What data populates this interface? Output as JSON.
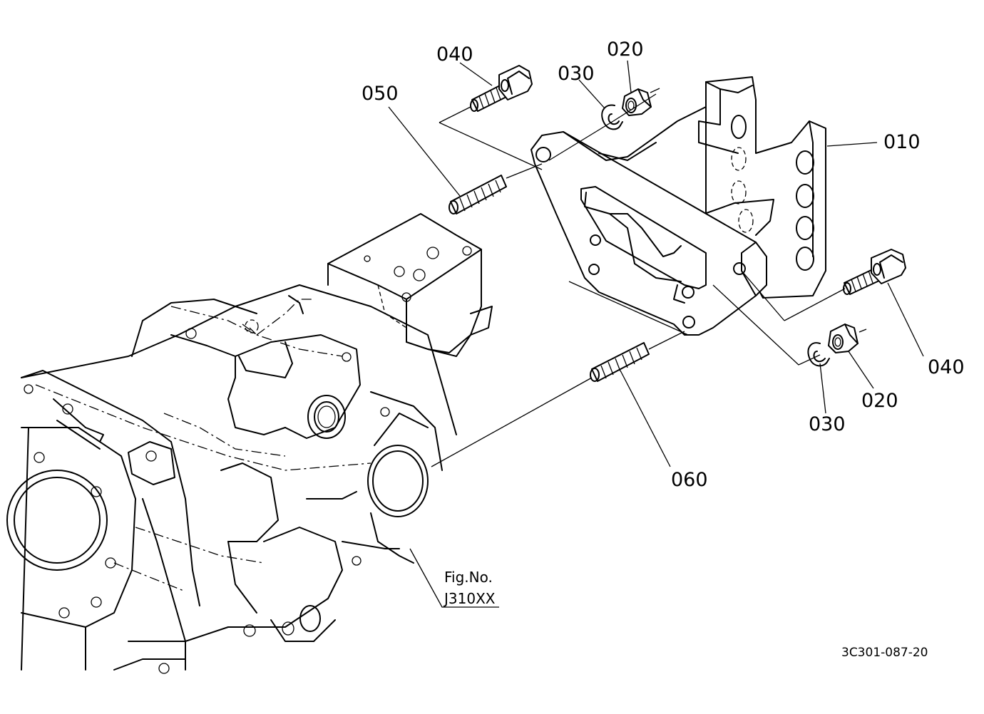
{
  "callouts": {
    "p010": "010",
    "p020_top": "020",
    "p030_top": "030",
    "p040_top": "040",
    "p050": "050",
    "p060": "060",
    "p040_right": "040",
    "p020_right": "020",
    "p030_right": "030"
  },
  "figure_ref": {
    "label": "Fig.No.",
    "number": "J310XX"
  },
  "drawing_code": "3C301-087-20"
}
